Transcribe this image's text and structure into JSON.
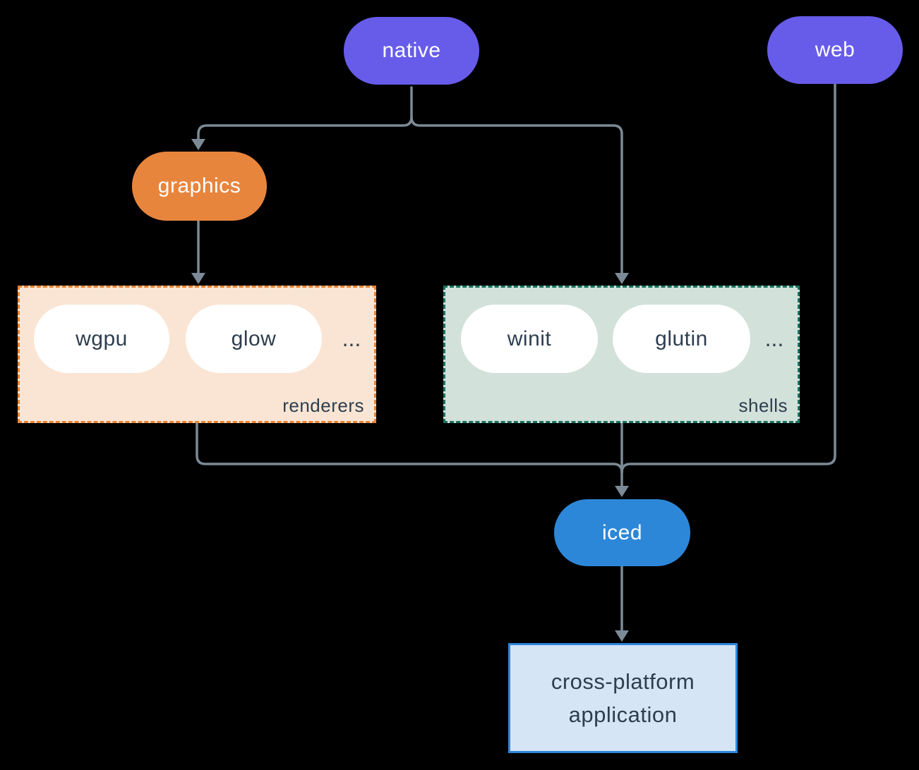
{
  "colors": {
    "background": "#000000",
    "line": "#7B8A96",
    "purple": "#675CEA",
    "orange": "#E8853D",
    "blue": "#2D87D8",
    "dark_text": "#2E3E4E",
    "renderers_fill": "#FAE5D4",
    "renderers_border": "#EA8332",
    "shells_fill": "#D2E1DA",
    "shells_border": "#17735F",
    "app_fill": "#D6E5F5",
    "app_border": "#2F86DC"
  },
  "nodes": {
    "native": {
      "label": "native"
    },
    "web": {
      "label": "web"
    },
    "graphics": {
      "label": "graphics"
    },
    "iced": {
      "label": "iced"
    },
    "app": {
      "line1": "cross-platform",
      "line2": "application"
    }
  },
  "groups": {
    "renderers": {
      "label": "renderers",
      "items": [
        "wgpu",
        "glow"
      ],
      "ellipsis": "..."
    },
    "shells": {
      "label": "shells",
      "items": [
        "winit",
        "glutin"
      ],
      "ellipsis": "..."
    }
  }
}
